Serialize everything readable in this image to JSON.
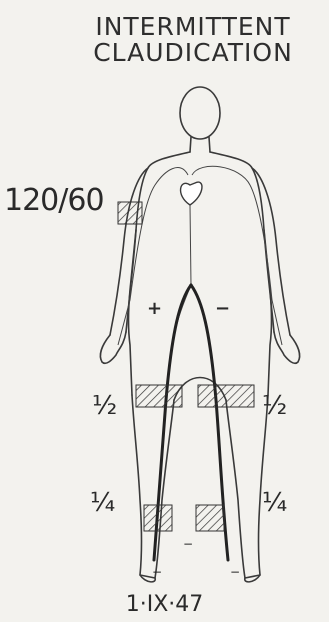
{
  "title": {
    "line1": "INTERMITTENT",
    "line2": "CLAUDICATION"
  },
  "blood_pressure": "120/60",
  "thigh_labels": {
    "left": "½",
    "right": "½"
  },
  "calf_labels": {
    "left": "¼",
    "right": "¼"
  },
  "pulse_signs": {
    "left_leg": "+",
    "right_leg": "−"
  },
  "date": "1·IX·47"
}
